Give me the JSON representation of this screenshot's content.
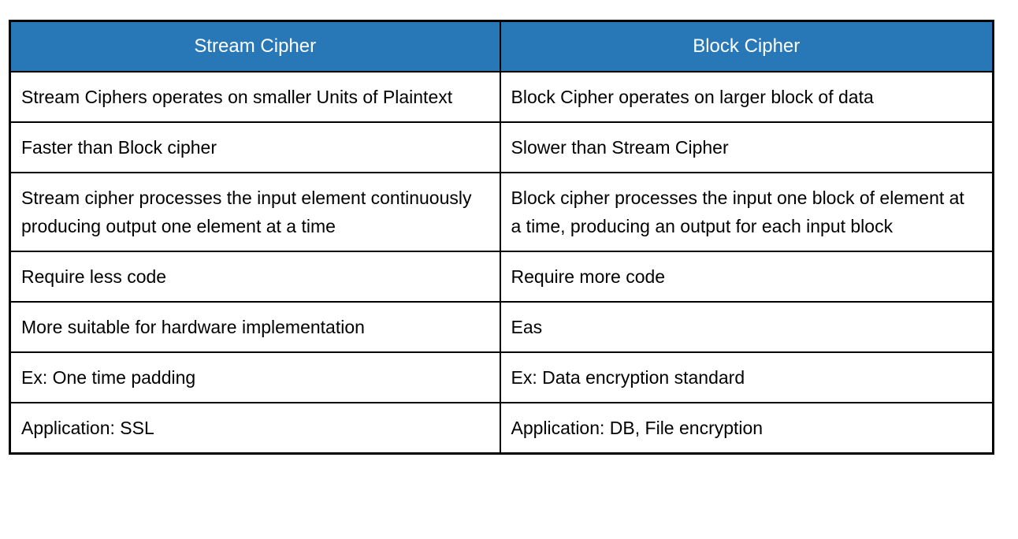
{
  "table": {
    "headers": {
      "stream": "Stream Cipher",
      "block": "Block Cipher"
    },
    "rows": [
      {
        "stream": "Stream Ciphers operates on smaller Units of Plaintext",
        "block": "Block Cipher operates on larger block of data"
      },
      {
        "stream": "Faster than Block cipher",
        "block": "Slower than Stream Cipher"
      },
      {
        "stream": "Stream cipher processes the input element continuously producing output one element at a time",
        "block": "Block cipher processes the input one block of element at a time, producing an output for each input block"
      },
      {
        "stream": "Require less code",
        "block": "Require more code"
      },
      {
        "stream": "More suitable for hardware implementation",
        "block": "Eas"
      },
      {
        "stream": "Ex: One time padding",
        "block": "Ex: Data encryption standard"
      },
      {
        "stream": "Application: SSL",
        "block": "Application: DB, File encryption"
      }
    ],
    "colors": {
      "header_bg": "#2878B8",
      "header_text": "#FFFFFF",
      "border": "#000000",
      "cell_text": "#000000",
      "page_bg": "#FFFFFF"
    }
  }
}
